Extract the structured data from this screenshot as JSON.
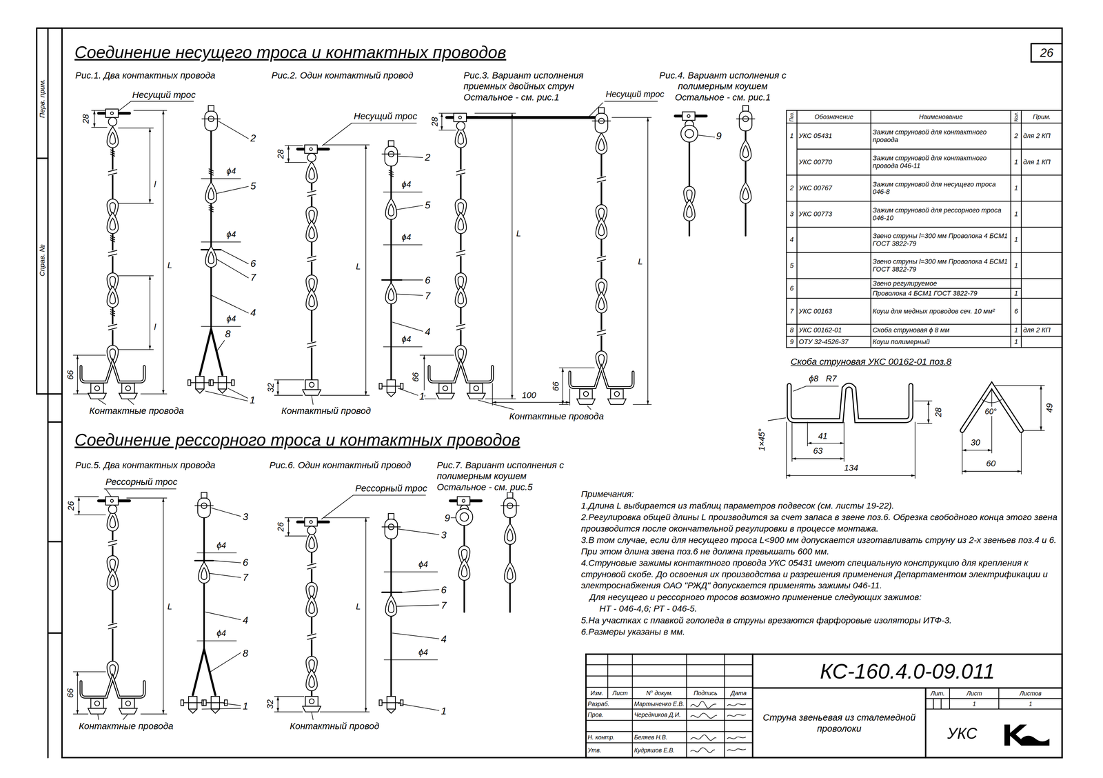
{
  "diagram": {
    "title": "Соединение несущего троса и контактных проводов",
    "nodes": [
      {
        "text": [
          "26"
        ]
      },
      {
        "text": [
          "КС-160.4.0-09.011"
        ]
      },
      {
        "text": [
          "Струна звеньевая из сталемедной проволоки"
        ]
      },
      {
        "text": [
          "УКС"
        ]
      }
    ],
    "labels": [
      "Перв. прим.",
      "Справ. №",
      "Рис.1. Два контактных провода",
      "Рис.2. Один контактный провод",
      "Рис.3. Вариант исполнения приемных двойных струн Остальное - см. рис.1",
      "Рис.4. Вариант исполнения с полимерным коушем Остальное - см. рис.1",
      "Несущий трос",
      "28",
      "l",
      "L",
      "l",
      "2",
      "ϕ4",
      "5",
      "ϕ4",
      "6",
      "7",
      "4",
      "ϕ4",
      "8",
      "66",
      "1",
      "Контактные провода",
      "Несущий трос",
      "28",
      "2",
      "ϕ4",
      "5",
      "ϕ4",
      "L",
      "6",
      "7",
      "4",
      "ϕ4",
      "32",
      "1",
      "Контактный провод",
      "Несущий трос",
      "28",
      "L",
      "L",
      "66",
      "100",
      "66",
      "Контактные провода",
      "9",
      "Поз.",
      "Обозначение",
      "Наименование",
      "Кол.",
      "Прим.",
      "1",
      "УКС 05431",
      "Зажим струновой для контактного провода",
      "2",
      "для 2 КП",
      "УКС 00770",
      "Зажим струновой для контактного провода 046-11",
      "1",
      "для 1 КП",
      "2",
      "УКС 00767",
      "Зажим струновой для несущего троса 046-8",
      "1",
      "3",
      "УКС 00773",
      "Зажим струновой для рессорного троса 046-10",
      "1",
      "4",
      "Звено струны l=300 мм Проволока 4 БСМ1 ГОСТ 3822-79",
      "1",
      "5",
      "Звено струны l=300 мм Проволока 4 БСМ1 ГОСТ 3822-79",
      "1",
      "6",
      "Звено регулируемое",
      "Проволока 4 БСМ1 ГОСТ 3822-79",
      "1",
      "7",
      "УКС 00163",
      "Коуш для медных проводов сеч. 10 мм²",
      "6",
      "8",
      "УКС 00162-01",
      "Скоба струновая ϕ 8 мм",
      "1",
      "для 2 КП",
      "9",
      "ОТУ 32-4526-37",
      "Коуш полимерный",
      "1",
      "Скоба струновая УКС 00162-01 поз.8",
      "ϕ8",
      "R7",
      "1×45°",
      "28",
      "41",
      "63",
      "134",
      "60°",
      "49",
      "30",
      "60",
      "Соединение рессорного троса и контактных проводов",
      "Рис.5. Два контактных провода",
      "Рис.6. Один контактный провод",
      "Рис.7. Вариант исполнения с полимерным коушем Остальное - см. рис.5",
      "Рессорный трос",
      "26",
      "3",
      "ϕ4",
      "6",
      "7",
      "L",
      "4",
      "ϕ4",
      "8",
      "66",
      "1",
      "Контактные провода",
      "Рессорный трос",
      "26",
      "3",
      "ϕ4",
      "6",
      "7",
      "L",
      "4",
      "ϕ4",
      "32",
      "1",
      "Контактный провод",
      "9",
      "Примечания:",
      "1.Длина L выбирается из таблиц параметров подвесок (см. листы 19-22).",
      "2.Регулировка общей длины L производится за счет запаса в звене поз.6. Обрезка свободного конца этого звена производится после окончательной регулировки в процессе монтажа.",
      "3.В том случае, если для несущего троса L<900 мм допускается изготавливать струну из 2-х звеньев поз.4 и 6. При этом длина звена поз.6 не должна превышать 600 мм.",
      "4.Струновые зажимы контактного провода УКС 05431 имеют специальную конструкцию для крепления к струновой скобе. До освоения их производства и разрешения применения Департаментом электрификации и электроснабжения ОАО \"РЖД\" допускается применять зажимы 046-11.",
      "Для несущего и рессорного тросов возможно применение следующих зажимов:",
      "НТ - 046-4,6; РТ - 046-5.",
      "5.На участках с плавкой гололеда в струны врезаются фарфоровые изоляторы ИТФ-3.",
      "6.Размеры указаны в мм.",
      "Изм.",
      "Лист",
      "N° докум.",
      "Подпись",
      "Дата",
      "Разраб.",
      "Мартыненко Е.В.",
      "Пров.",
      "Чередников Д.И.",
      "Н. контр.",
      "Беляев Н.В.",
      "Утв.",
      "Кудряшов Е.В.",
      "Лит.",
      "Лист",
      "Листов",
      "1",
      "1"
    ]
  }
}
